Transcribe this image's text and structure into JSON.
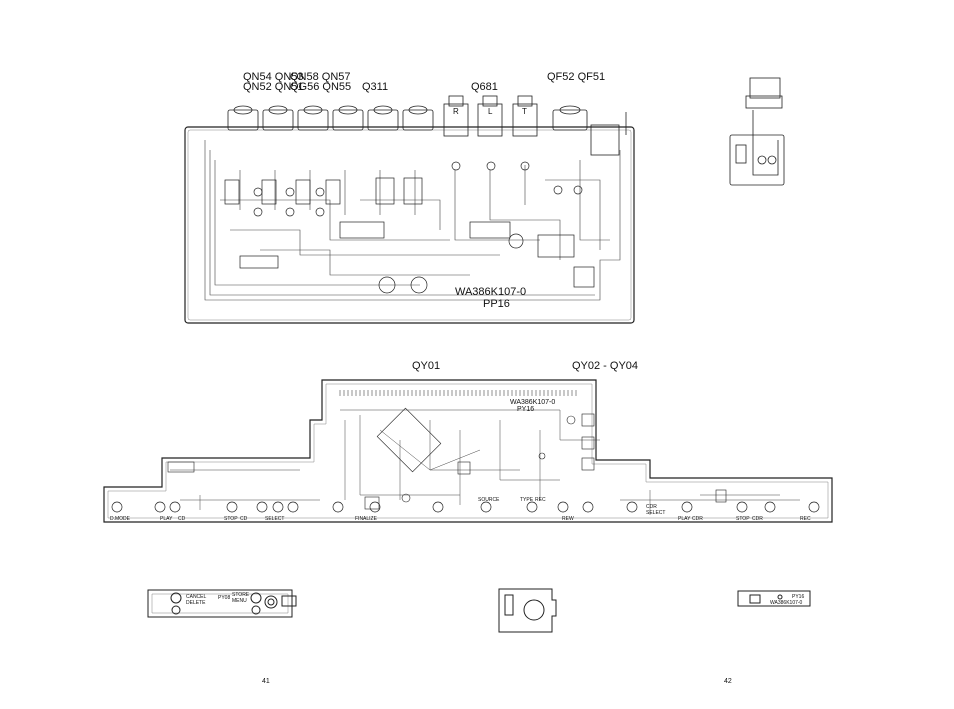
{
  "top_board": {
    "group_labels": [
      "QN54 QN53",
      "QN52 QN51",
      "QN58 QN57",
      "QG56 QN55",
      "Q311",
      "Q681",
      "QF52 QF51"
    ],
    "jack_letters": [
      "R",
      "L",
      "T"
    ],
    "board_id": "WA386K107-0",
    "board_code": "PP16"
  },
  "middle_board": {
    "labels": [
      "QY01",
      "QY02 - QY04"
    ],
    "board_id": "WA386K107-0",
    "board_code": "PY16",
    "button_captions": [
      "D.MODE",
      "PLAY",
      "CD",
      "STOP",
      "CD",
      "SELECT",
      "FINALIZE",
      "SOURCE",
      "TYPE",
      "REC",
      "REW",
      "CDR",
      "SELECT",
      "PLAY",
      "CDR",
      "STOP",
      "CDR",
      "REC"
    ]
  },
  "bottom_boards": {
    "left_captions": [
      "CANCEL",
      "DELETE",
      "STORE",
      "MENU"
    ],
    "left_code": "PY08",
    "right_code": "PY16",
    "right_id": "WA386K107-0"
  },
  "page_numbers": [
    "41",
    "42"
  ]
}
